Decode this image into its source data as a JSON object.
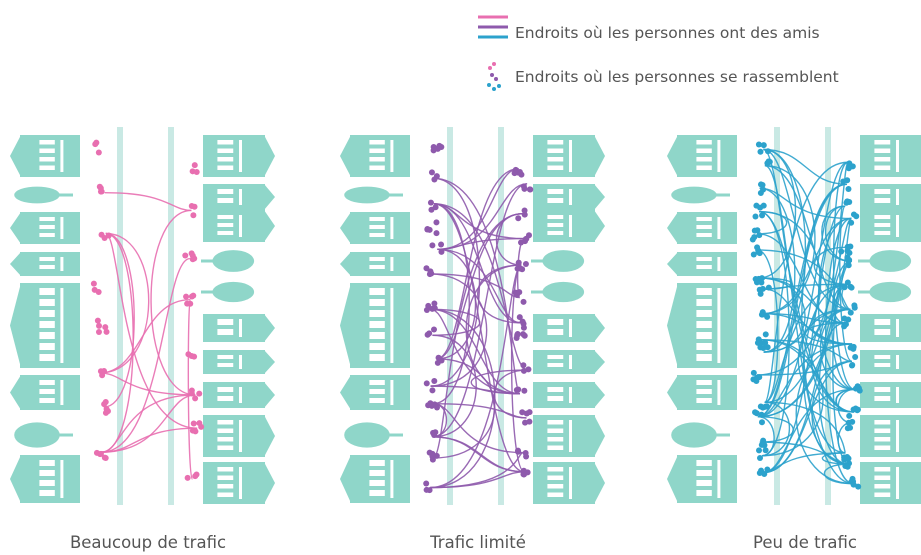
{
  "legend": {
    "friends_label": "Endroits où les personnes ont des amis",
    "gathering_label": "Endroits où les personnes se rassemblent"
  },
  "colors": {
    "building": "#8fd6c9",
    "street": "#c9e9e4",
    "heavy": "#e86fb0",
    "limited": "#8e5aac",
    "light": "#2ca2cc",
    "text": "#555555"
  },
  "panels": [
    {
      "caption": "Beaucoup de trafic",
      "traffic": "heavy",
      "links": 13,
      "clusters": 16
    },
    {
      "caption": "Trafic limité",
      "traffic": "limited",
      "links": 40,
      "clusters": 27
    },
    {
      "caption": "Peu de trafic",
      "traffic": "light",
      "links": 76,
      "clusters": 34
    }
  ]
}
